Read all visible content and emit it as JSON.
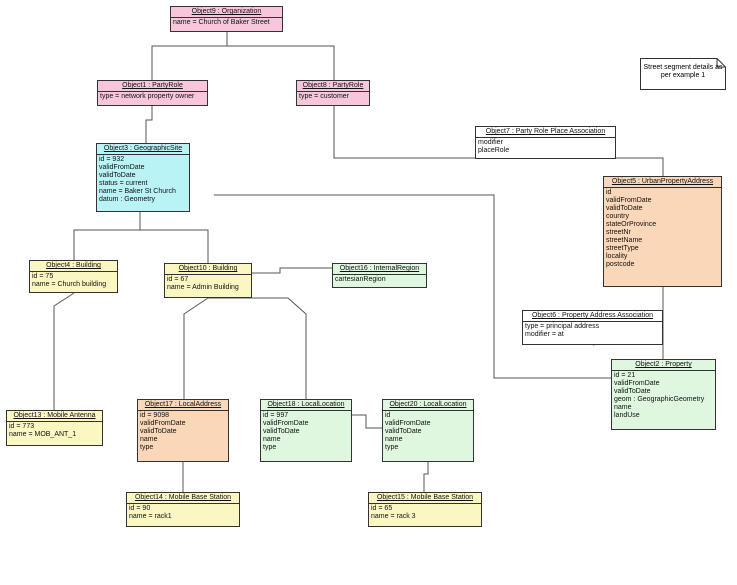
{
  "objects": {
    "o9": {
      "header": "Object9 : Organization",
      "attrs": [
        "name = Church of Baker Street"
      ]
    },
    "o1": {
      "header": "Object1 : PartyRole",
      "attrs": [
        "type = network property owner"
      ]
    },
    "o8": {
      "header": "Object8 : PartyRole",
      "attrs": [
        "type = customer"
      ]
    },
    "o3": {
      "header": "Object3 : GeographicSite",
      "attrs": [
        "id = 932",
        "validFromDate",
        "validToDate",
        "status = current",
        "name = Baker St Church",
        "datum : Geometry"
      ]
    },
    "o7": {
      "header": "Object7 : Party Role Place Association",
      "attrs": [
        "modifier",
        "placeRole"
      ]
    },
    "o5": {
      "header": "Object5 : UrbanPropertyAddress",
      "attrs": [
        "id",
        "validFromDate",
        "validToDate",
        "country",
        "stateOrProvince",
        "streetNr",
        "streetName",
        "streetType",
        "locality",
        "postcode"
      ]
    },
    "o4": {
      "header": "Object4 : Building",
      "attrs": [
        "id = 75",
        "name = Church building"
      ]
    },
    "o10": {
      "header": "Object10 : Building",
      "attrs": [
        "id = 67",
        "name = Admin Building"
      ]
    },
    "o16": {
      "header": "Object16 : InternalRegion",
      "attrs": [
        "cartesianRegion"
      ]
    },
    "o6": {
      "header": "Object6 : Property Address Association",
      "attrs": [
        "type = principal address",
        "modifier = at"
      ]
    },
    "o2": {
      "header": "Object2 : Property",
      "attrs": [
        "id = 21",
        "validFromDate",
        "validToDate",
        "geom : GeographicGeometry",
        "name",
        "landUse"
      ]
    },
    "o13": {
      "header": "Object13 : Mobile Antenna",
      "attrs": [
        "id = 773",
        "name = MOB_ANT_1"
      ]
    },
    "o17": {
      "header": "Object17 : LocalAddress",
      "attrs": [
        "id = 9098",
        "validFromDate",
        "validToDate",
        "name",
        "type"
      ]
    },
    "o18": {
      "header": "Object18 : LocalLocation",
      "attrs": [
        "id = 997",
        "validFromDate",
        "validToDate",
        "name",
        "type"
      ]
    },
    "o20": {
      "header": "Object20 : LocalLocation",
      "attrs": [
        "id",
        "validFromDate",
        "validToDate",
        "name",
        "type"
      ]
    },
    "o14": {
      "header": "Object14 : Mobile Base Station",
      "attrs": [
        "id = 90",
        "name = rack1"
      ]
    },
    "o15": {
      "header": "Object15 : Mobile Base Station",
      "attrs": [
        "id = 65",
        "name = rack 3"
      ]
    }
  },
  "note": {
    "text": "Street segment details as per example 1"
  },
  "colors": {
    "organization": "#f7c6dc",
    "party_role": "#f7c6dc",
    "geographic_site": "#b9f3f6",
    "building": "#fbf7c2",
    "address": "#fad7b9",
    "location": "#dff6df",
    "association": "#ffffff"
  }
}
